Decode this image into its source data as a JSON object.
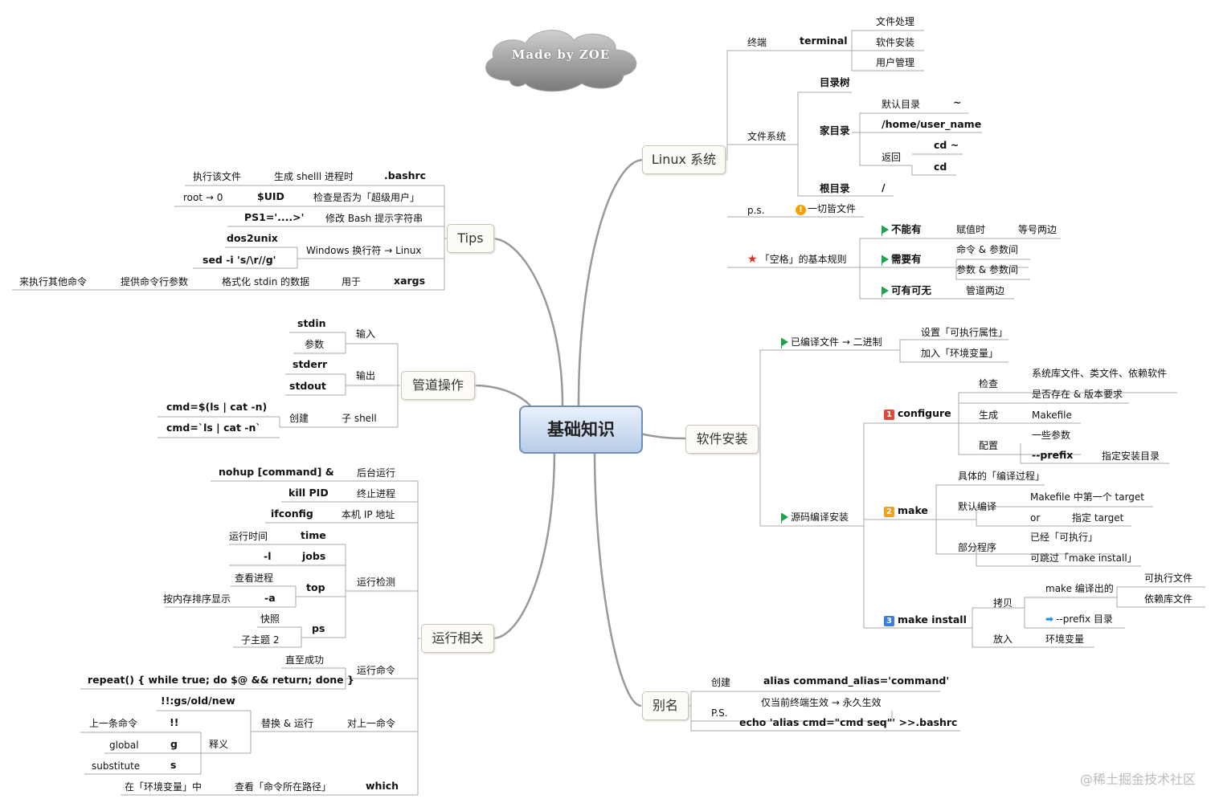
{
  "center": "基础知识",
  "cloud": "Made by ZOE",
  "watermark": "@稀土掘金技术社区",
  "categories": {
    "linux": "Linux 系统",
    "tips": "Tips",
    "pipe": "管道操作",
    "software": "软件安装",
    "run": "运行相关",
    "alias": "别名"
  },
  "linux": {
    "terminal_group": "终端",
    "terminal": "terminal",
    "terminal_items": [
      "文件处理",
      "软件安装",
      "用户管理"
    ],
    "fs": "文件系统",
    "tree": "目录树",
    "home": "家目录",
    "default_dir": "默认目录",
    "tilde": "~",
    "home_path": "/home/user_name",
    "back": "返回",
    "cd_tilde": "cd ~",
    "cd": "cd",
    "root": "根目录",
    "slash": "/",
    "ps": "p.s.",
    "everything_file": "一切皆文件",
    "space_rule": "「空格」的基本规则",
    "cannot": "不能有",
    "cannot_where": "赋值时",
    "cannot_detail": "等号两边",
    "must": "需要有",
    "must_1": "命令 & 参数间",
    "must_2": "参数 & 参数间",
    "optional": "可有可无",
    "optional_detail": "管道两边"
  },
  "tips": {
    "bashrc": ".bashrc",
    "bashrc_gen": "生成 shelll 进程时",
    "bashrc_exec": "执行该文件",
    "uid": "$UID",
    "uid_check": "检查是否为「超级用户」",
    "root_zero": "root → 0",
    "ps1": "PS1='....>'",
    "ps1_desc": "修改 Bash 提示字符串",
    "win": "Windows 换行符 → Linux",
    "dos2unix": "dos2unix",
    "sed": "sed -i 's/\\r//g'",
    "xargs": "xargs",
    "xargs_for": "用于",
    "xargs_fmt": "格式化 stdin 的数据",
    "xargs_params": "提供命令行参数",
    "xargs_run": "来执行其他命令"
  },
  "pipe": {
    "input": "输入",
    "stdin": "stdin",
    "params": "参数",
    "output": "输出",
    "stderr": "stderr",
    "stdout": "stdout",
    "subshell": "子 shell",
    "create": "创建",
    "cmd1": "cmd=$(ls | cat -n)",
    "cmd2": "cmd=`ls | cat -n`"
  },
  "software": {
    "compiled": "已编译文件 → 二进制",
    "set_exec": "设置「可执行属性」",
    "add_env": "加入「环境变量」",
    "source": "源码编译安装",
    "configure": "configure",
    "check": "检查",
    "check_1": "系统库文件、类文件、依赖软件",
    "check_2": "是否存在 & 版本要求",
    "generate": "生成",
    "makefile": "Makefile",
    "config": "配置",
    "some_params": "一些参数",
    "prefix": "--prefix",
    "prefix_desc": "指定安装目录",
    "make": "make",
    "specific": "具体的「编译过程」",
    "default_compile": "默认编译",
    "first_target": "Makefile 中第一个 target",
    "or": "or",
    "given_target": "指定 target",
    "partial": "部分程序",
    "already_exec": "已经「可执行」",
    "skip_install": "可跳过「make install」",
    "make_install": "make install",
    "copy": "拷贝",
    "make_output": "make 编译出的",
    "exec_files": "可执行文件",
    "lib_files": "依赖库文件",
    "prefix_dir": "--prefix 目录",
    "put": "放入",
    "env_var": "环境变量"
  },
  "run": {
    "nohup": "nohup [command] &",
    "bg": "后台运行",
    "kill": "kill PID",
    "end_proc": "终止进程",
    "ifconfig": "ifconfig",
    "local_ip": "本机 IP 地址",
    "monitor": "运行检测",
    "time": "time",
    "run_time": "运行时间",
    "jobs": "jobs",
    "l": "-l",
    "top": "top",
    "view_proc": "查看进程",
    "a": "-a",
    "mem_sort": "按内存排序显示",
    "ps": "ps",
    "snapshot": "快照",
    "subtopic2": "子主题 2",
    "run_cmd": "运行命令",
    "until_ok": "直至成功",
    "repeat": "repeat() { while true; do $@ && return; done }",
    "last_cmd": "对上一命令",
    "replace_run": "替换 & 运行",
    "gs": "!!:gs/old/new",
    "explain": "释义",
    "bang": "!!",
    "prev_cmd": "上一条命令",
    "g": "g",
    "global": "global",
    "s": "s",
    "substitute": "substitute",
    "which": "which",
    "view_path": "查看「命令所在路径」",
    "in_env": "在「环境变量」中"
  },
  "alias": {
    "create": "创建",
    "alias_cmd": "alias command_alias='command'",
    "ps": "P.S.",
    "current_only": "仅当前终端生效 → 永久生效",
    "echo": "echo 'alias cmd=\"cmd seq\"' >>.bashrc"
  }
}
